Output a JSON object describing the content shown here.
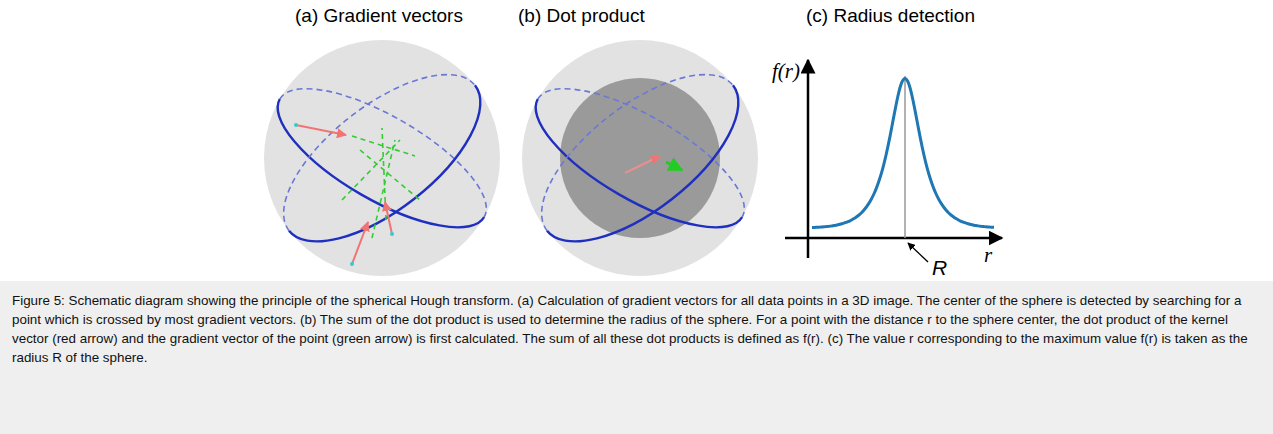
{
  "diagram": {
    "caption": "Figure 5: Schematic diagram showing the principle of the spherical Hough transform. (a) Calculation of gradient vectors for all data points in a 3D image. The center of the sphere is detected by searching for a point which is crossed by most gradient vectors. (b) The sum of the dot product is used to determine the radius of the sphere. For a point with the distance r to the sphere center, the dot product of the kernel vector (red arrow) and the gradient vector of the point (green arrow) is first calculated. The sum of all these dot products is defined as f(r). (c) The value r corresponding to the maximum value f(r) is taken as the radius R of the sphere.",
    "labels": [
      "(a) Gradient vectors",
      "(b) Dot product",
      "(c) Radius detection",
      "f(r)",
      "r",
      "R"
    ]
  }
}
